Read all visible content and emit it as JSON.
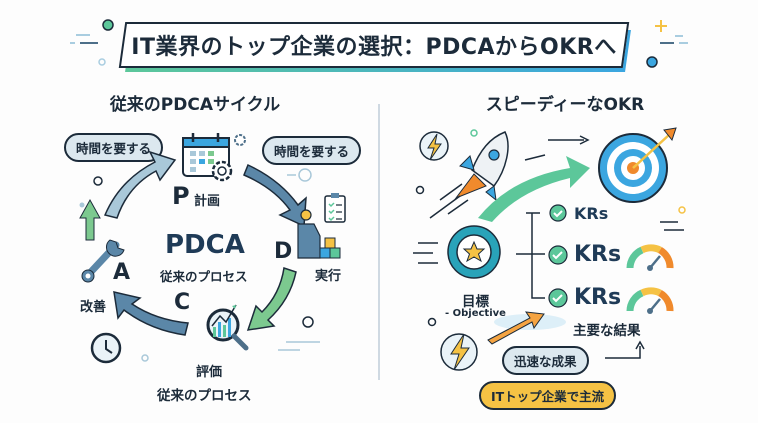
{
  "title": "IT業界のトップ企業の選択：PDCAからOKRへ",
  "left_panel": {
    "heading": "従来のPDCAサイクル",
    "badge_left": "時間を要する",
    "badge_right": "時間を要する",
    "center_title": "PDCA",
    "center_subtitle": "従来のプロセス",
    "steps": [
      {
        "letter": "P",
        "label": "計画",
        "icon": "calendar-gear-icon"
      },
      {
        "letter": "D",
        "label": "実行",
        "icon": "worker-checklist-icon"
      },
      {
        "letter": "C",
        "label": "評価",
        "icon": "magnifier-chart-icon"
      },
      {
        "letter": "A",
        "label": "改善",
        "icon": "wrench-icon"
      }
    ],
    "footer": "従来のプロセス"
  },
  "right_panel": {
    "heading": "スピーディーなOKR",
    "objective_label": "目標",
    "objective_sub": "- Objective",
    "krs": [
      "KRs",
      "KRs",
      "KRs"
    ],
    "krs_caption": "主要な結果",
    "fast_result": "迅速な成果",
    "mainstream_badge": "ITトップ企業で主流"
  },
  "colors": {
    "navy": "#1c2b3a",
    "steel_blue": "#5b87a8",
    "green": "#5cc79a",
    "sky": "#3ba6e0",
    "orange": "#f08a2c",
    "yellow": "#f5c244",
    "pill_bg": "#dce8ef"
  }
}
